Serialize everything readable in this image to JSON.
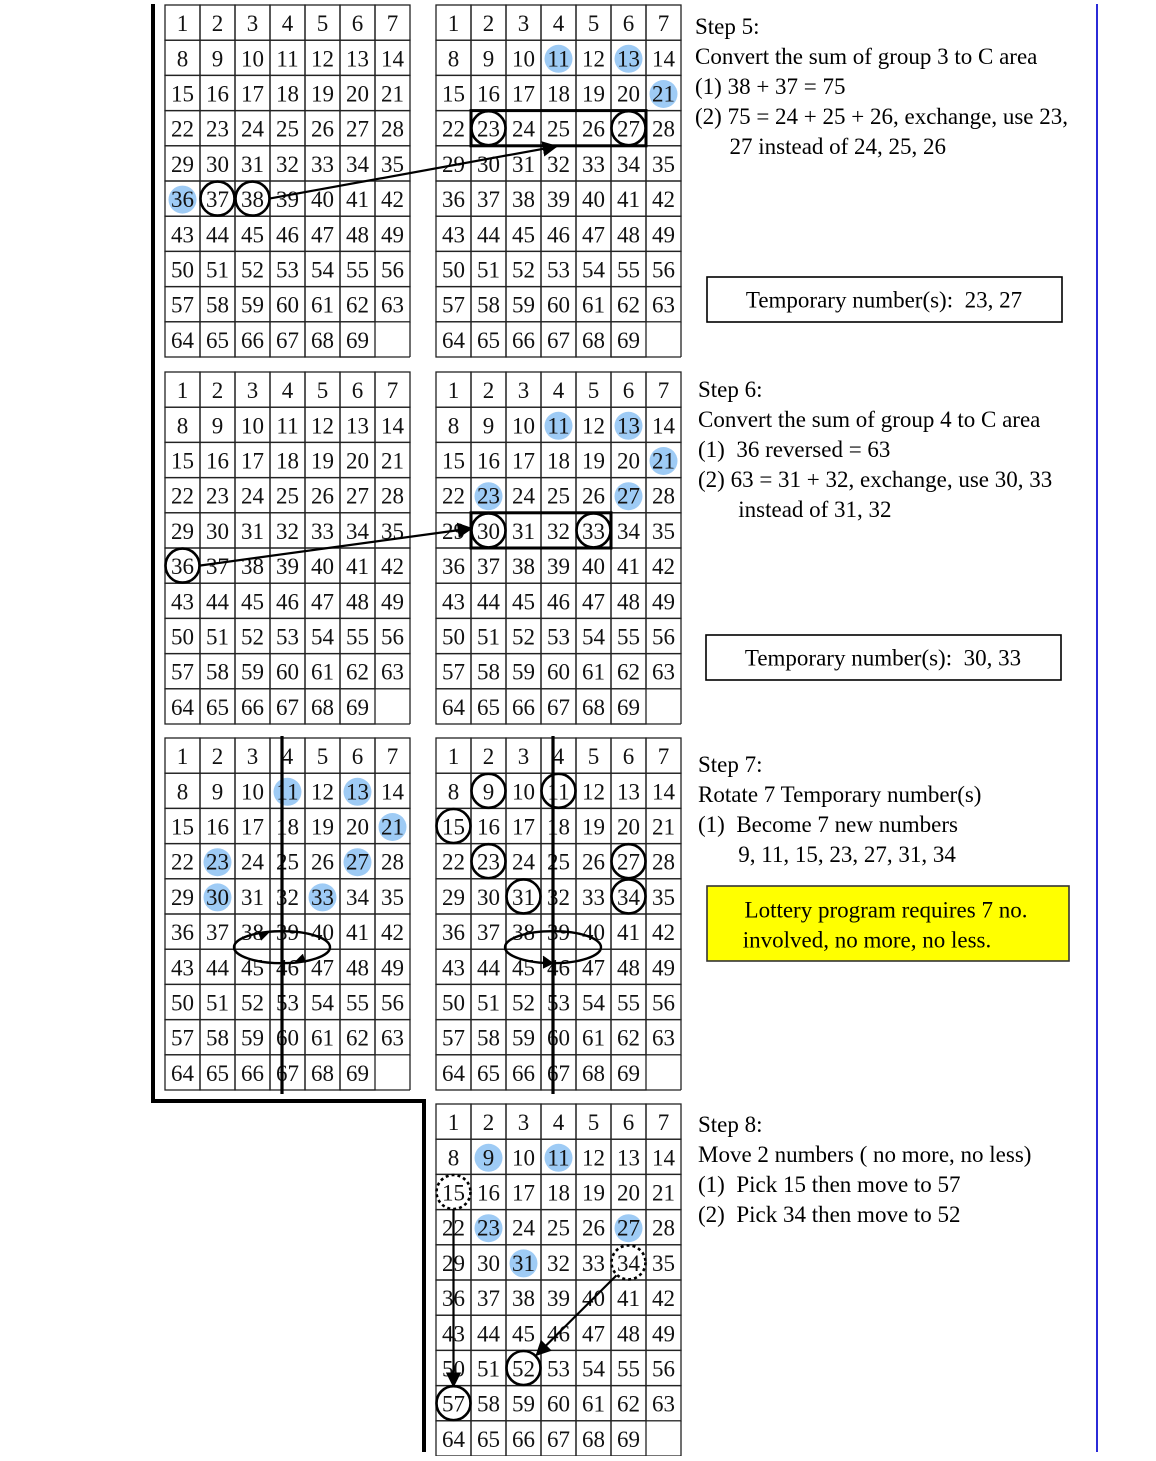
{
  "grid": {
    "numbers": [
      1,
      2,
      3,
      4,
      5,
      6,
      7,
      8,
      9,
      10,
      11,
      12,
      13,
      14,
      15,
      16,
      17,
      18,
      19,
      20,
      21,
      22,
      23,
      24,
      25,
      26,
      27,
      28,
      29,
      30,
      31,
      32,
      33,
      34,
      35,
      36,
      37,
      38,
      39,
      40,
      41,
      42,
      43,
      44,
      45,
      46,
      47,
      48,
      49,
      50,
      51,
      52,
      53,
      54,
      55,
      56,
      57,
      58,
      59,
      60,
      61,
      62,
      63,
      64,
      65,
      66,
      67,
      68,
      69
    ]
  },
  "colors": {
    "highlight": "#9ecbf5",
    "yellow_box": "#ffff00",
    "right_border": "#2b2bd8",
    "ink": "#000000"
  },
  "grids": [
    {
      "id": "step5-left",
      "highlights": [
        36
      ],
      "circles": [
        37,
        38
      ],
      "dotted": []
    },
    {
      "id": "step5-right",
      "highlights": [
        11,
        13,
        21
      ],
      "circles": [
        23,
        27
      ],
      "dotted": []
    },
    {
      "id": "step6-left",
      "highlights": [],
      "circles": [
        36
      ],
      "dotted": []
    },
    {
      "id": "step6-right",
      "highlights": [
        11,
        13,
        21,
        23,
        27
      ],
      "circles": [
        30,
        33
      ],
      "dotted": []
    },
    {
      "id": "step7-left",
      "highlights": [
        11,
        13,
        21,
        23,
        27,
        30,
        33
      ],
      "circles": [],
      "dotted": []
    },
    {
      "id": "step7-right",
      "highlights": [],
      "circles": [
        9,
        11,
        15,
        23,
        27,
        31,
        34
      ],
      "dotted": []
    },
    {
      "id": "step8",
      "highlights": [
        9,
        11,
        23,
        27,
        31
      ],
      "circles": [
        52,
        57
      ],
      "dotted": [
        15,
        34
      ]
    }
  ],
  "steps": [
    {
      "id": "step5",
      "lines": [
        "Step 5:",
        "Convert the sum of group 3 to C area",
        "(1) 38 + 37 = 75",
        "(2) 75 = 24 + 25 + 26, exchange, use 23,",
        "      27 instead of 24, 25, 26"
      ]
    },
    {
      "id": "step6",
      "lines": [
        "Step 6:",
        "Convert the sum of group 4 to C area",
        "(1)  36 reversed = 63",
        "(2) 63 = 31 + 32, exchange, use 30, 33",
        "       instead of 31, 32"
      ]
    },
    {
      "id": "step7",
      "lines": [
        "Step 7:",
        "Rotate 7 Temporary number(s)",
        "(1)  Become 7 new numbers",
        "       9, 11, 15, 23, 27, 31, 34"
      ]
    },
    {
      "id": "step8",
      "lines": [
        "Step 8:",
        "Move 2 numbers ( no more, no less)",
        "(1)  Pick 15 then move to 57",
        "(2)  Pick 34 then move to 52"
      ]
    }
  ],
  "boxes": {
    "temp5": "Temporary number(s):  23, 27",
    "temp6": "Temporary number(s):  30, 33",
    "lottery_line1": "Lottery program requires 7 no.",
    "lottery_line2": "involved, no more, no less."
  }
}
